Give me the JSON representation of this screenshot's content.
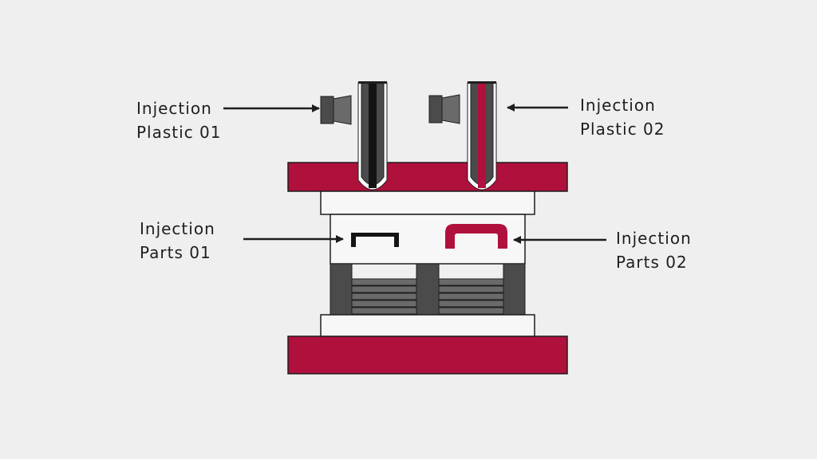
{
  "colors": {
    "background": "#efefef",
    "plate": "#b0103c",
    "steel_dark": "#4b4b4b",
    "steel_mid": "#6a6a6a",
    "plate_light": "#f7f7f7",
    "outline": "#1e1e1e",
    "part_black": "#141414"
  },
  "labels": {
    "plastic_01": {
      "line1": "Injection",
      "line2": "Plastic 01"
    },
    "plastic_02": {
      "line1": "Injection",
      "line2": "Plastic 02"
    },
    "parts_01": {
      "line1": "Injection",
      "line2": "Parts 01"
    },
    "parts_02": {
      "line1": "Injection",
      "line2": "Parts 02"
    }
  },
  "icons": {
    "nozzle_01": "injection-nozzle-icon",
    "nozzle_02": "injection-nozzle-icon",
    "part_01": "bracket-part-icon",
    "part_02": "bracket-part-icon"
  }
}
